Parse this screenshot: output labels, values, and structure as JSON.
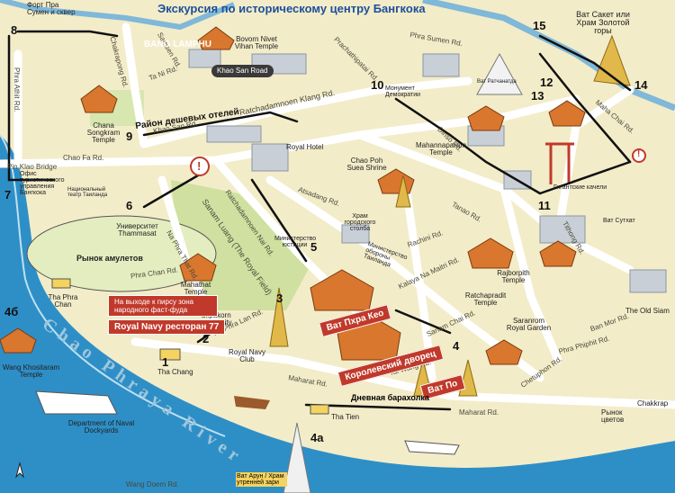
{
  "title": "Экскурсия по историческому центру Бангкока",
  "route_numbers": [
    "1",
    "2",
    "3",
    "4",
    "4а",
    "4б",
    "5",
    "6",
    "7",
    "8",
    "9",
    "10",
    "11",
    "12",
    "13",
    "14",
    "15"
  ],
  "streets": {
    "chakrapong": "Chakrapong Rd.",
    "samsen": "Samsen Rd.",
    "tani": "Ta Ni Rd.",
    "phra_athit": "Phra Athit Rd.",
    "chao_fa": "Chao Fa Rd.",
    "pin_klao": "Pin Klao Bridge",
    "khao_san": "Khao San Rd.",
    "ratchadamnoen_klang": "Ratchadamnoen Klang Rd.",
    "phra_sumen": "Phra Sumen Rd.",
    "prachathipatai": "Prachathipatai Rd.",
    "dinso": "Dinso Rd.",
    "mahachai": "Maha Chai Rd.",
    "tanao": "Tanao Rd.",
    "atsadang": "Atsadang Rd.",
    "ratchadamnoen_nai": "Ratchadamnoen Nai Rd.",
    "sanam_luang": "Sanam Luang (The Royal Field)",
    "na_phra_that": "Na Phra That Rd.",
    "phra_chan": "Phra Chan Rd.",
    "na_phra_lan": "Na Phra Lan Rd.",
    "rachini": "Rachini Rd.",
    "kalaya_na_maitri": "Kalaya Na Maitri Rd.",
    "sanam_chai": "Sanam Chai Rd.",
    "tai_wang": "Tai Wang Rd.",
    "maharat_1": "Maharat Rd.",
    "maharat_2": "Maharat Rd.",
    "chetuphon": "Chetuphon Rd.",
    "phra_phiphit": "Phra Phiphit Rd.",
    "ban_mor": "Ban Mor Rd.",
    "tithong": "Tithong Rd.",
    "wang_doem": "Wang Doem Rd."
  },
  "places": {
    "bang_lamphu": "BANG LAMPHU",
    "bovorn": "Bovorn Nivet Vihan Temple",
    "khao_san_road": "Khao San Road",
    "chana_songkram": "Chana Songkram Temple",
    "royal_hotel": "Royal Hotel",
    "mahannaparam": "Mahannaparam Temple",
    "chao_poh": "Chao Poh Suea Shrine",
    "rajborpith": "Rajborpith Temple",
    "ratchapradit": "Ratchapradit Temple",
    "saranrom": "Saranrom Royal Garden",
    "the_old_siam": "The Old Siam",
    "mahathat": "Mahathat Temple",
    "silpakorn": "Silpakorn University",
    "royal_navy_club": "Royal Navy Club",
    "tha_chang": "Tha Chang",
    "tha_phra_chan": "Tha Phra Chan",
    "tha_tien": "Tha Tien",
    "khositaram": "Wang Khositaram Temple",
    "dept_naval": "Department of Naval Dockyards",
    "chakkrapeth": "Chakkrap"
  },
  "ru_labels": {
    "fort": "Форт Пра Сумен и сквер",
    "cheap_hotels": "Район дешевых отелей",
    "democracy": "Монумент Демократии",
    "wat_saket": "Ват Сакет или Храм Золотой горы",
    "swing": "Гигантские качели",
    "wat_suthat": "Ват Сутхат",
    "tourism_office": "Офис туристического управления Бангкока",
    "theatre": "Национальный театр Таиланда",
    "thammasat": "Университет Thammasat",
    "amulet_market": "Рынок амулетов",
    "justice_ministry": "Министерство юстиции",
    "city_pillar": "Храм городского столба",
    "defense_ministry": "Министерство обороны Таиланда",
    "wat_phra_kaew": "Ват Пхра Кео",
    "grand_palace": "Королевский дворец",
    "wat_pho": "Ват По",
    "flea_market": "Дневная барахолка",
    "flower_market": "Рынок цветов",
    "wat_arun": "Ват Арун / Храм утренней зари",
    "wat_ratchanatda": "Ват Ратчанатда",
    "pier_note": "На выходе к пирсу зона народного фаст-фуда",
    "navy_restaurant": "Royal Navy ресторан"
  },
  "restaurant_number": "77",
  "warning_mark": "!",
  "colors": {
    "river": "#2e8fc7",
    "land": "#f3ecc9",
    "park": "#cfe0a0",
    "road": "#ffffff",
    "title": "#1d4f9a",
    "red_label": "#c0392b"
  }
}
